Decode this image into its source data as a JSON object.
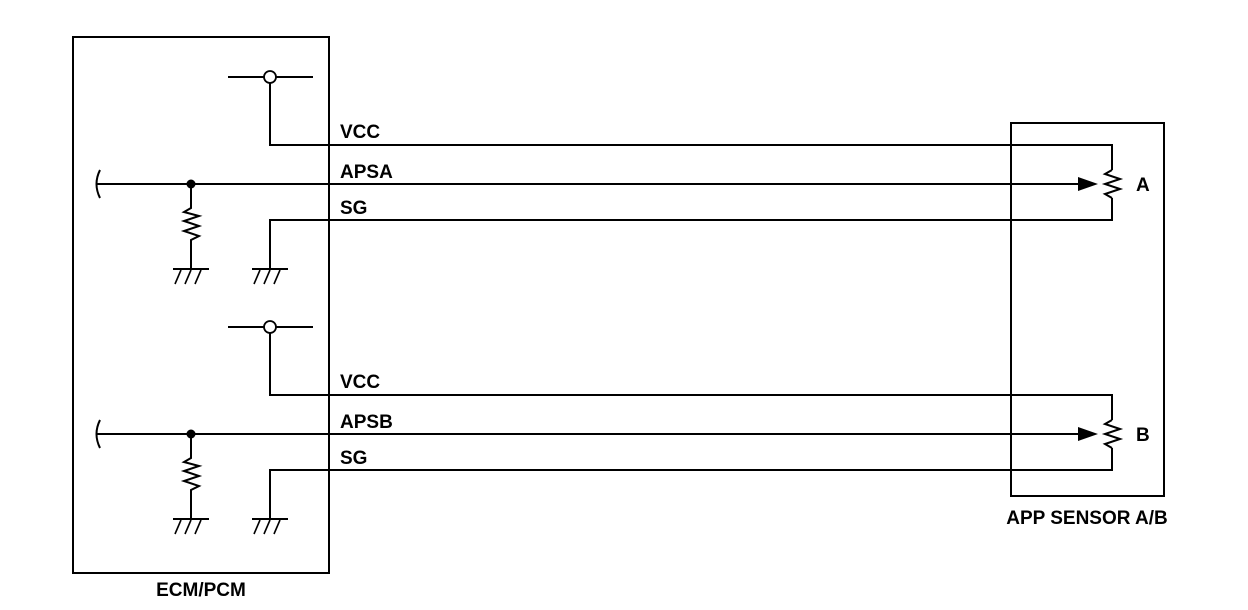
{
  "ecm": {
    "label": "ECM/PCM"
  },
  "sensor": {
    "label": "APP SENSOR A/B"
  },
  "circuit_a": {
    "vcc": "VCC",
    "signal": "APSA",
    "ground": "SG",
    "pot": "A"
  },
  "circuit_b": {
    "vcc": "VCC",
    "signal": "APSB",
    "ground": "SG",
    "pot": "B"
  }
}
